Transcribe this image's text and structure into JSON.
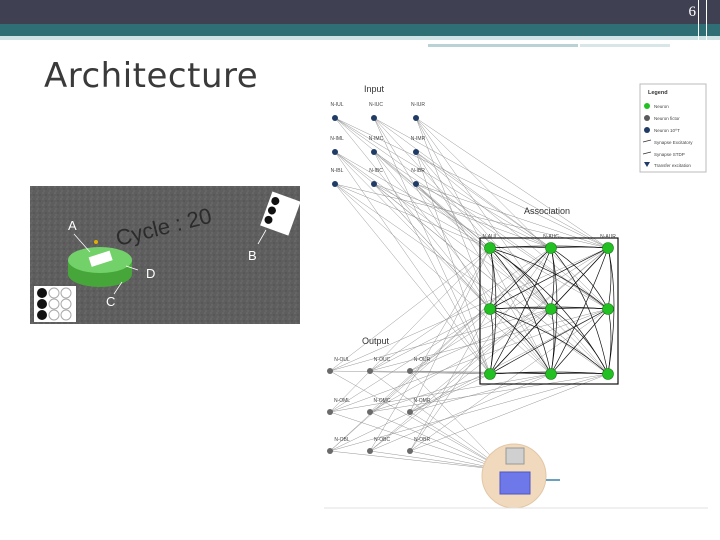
{
  "slide": {
    "page_number": "6",
    "title": "Architecture"
  },
  "simulation": {
    "cycle_label": "Cycle : 20",
    "marker_a": "A",
    "marker_b": "B",
    "marker_c": "C",
    "marker_d": "D"
  },
  "diagram": {
    "input_label": "Input",
    "association_label": "Association",
    "output_label": "Output",
    "input_nodes": [
      "N-IUL",
      "N-IUC",
      "N-IUR",
      "N-IML",
      "N-IMC",
      "N-IMR",
      "N-IBL",
      "N-IBC",
      "N-IBR"
    ],
    "assoc_nodes": [
      "N-AUL",
      "N-AUC",
      "N-AUR"
    ],
    "output_nodes": [
      "N-OUL",
      "N-OUC",
      "N-OUR",
      "N-OML",
      "N-OMC",
      "N-OMR",
      "N-OBL",
      "N-OBC",
      "N-OBR"
    ],
    "legend": {
      "title": "Legend",
      "items": [
        "Neuron",
        "Neuron fictor",
        "Neuron 10^T",
        "Synapse Excitatory",
        "Synapse STDP",
        "Transfer excitation"
      ]
    },
    "colors": {
      "neuron": "#22c022",
      "input_neuron": "#1f3b66",
      "output_neuron": "#6a6a6a"
    }
  }
}
